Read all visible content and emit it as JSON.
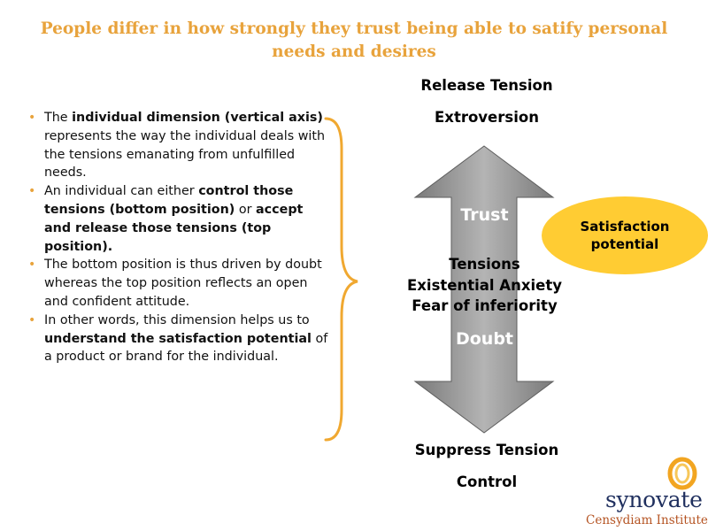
{
  "title": "People differ in how strongly they trust being able to satify personal needs and desires",
  "bullets": [
    {
      "segments": [
        {
          "text": "The ",
          "bold": false
        },
        {
          "text": "individual dimension (vertical axis)",
          "bold": true
        },
        {
          "text": " represents the way the individual deals with the tensions emanating from unfulfilled needs.",
          "bold": false
        }
      ]
    },
    {
      "segments": [
        {
          "text": "An individual can either ",
          "bold": false
        },
        {
          "text": "control those tensions (bottom position)",
          "bold": true
        },
        {
          "text": " or ",
          "bold": false
        },
        {
          "text": "accept and release those tensions (top position).",
          "bold": true
        }
      ]
    },
    {
      "segments": [
        {
          "text": "The bottom position is thus driven by doubt whereas the top position reflects an open and confident attitude.",
          "bold": false
        }
      ]
    },
    {
      "segments": [
        {
          "text": "In other words, this dimension helps us to ",
          "bold": false
        },
        {
          "text": "understand the satisfaction potential",
          "bold": true
        },
        {
          "text": " of a product or brand for the individual.",
          "bold": false
        }
      ]
    }
  ],
  "axis": {
    "top_label_1": "Release Tension",
    "top_label_2": "Extroversion",
    "bottom_label_1": "Suppress Tension",
    "bottom_label_2": "Control",
    "trust": "Trust",
    "tensions_lines": [
      "Tensions",
      "Existential Anxiety",
      "Fear of inferiority"
    ],
    "doubt": "Doubt"
  },
  "oval": {
    "text": "Satisfaction potential"
  },
  "logo": {
    "brand": "synovate",
    "sub": "Censydiam Institute"
  },
  "colors": {
    "title": "#E8A33C",
    "oval": "#FFCC33",
    "arrow": "#8C8C8C",
    "brace": "#F0A830",
    "logo_navy": "#1F2F5E",
    "logo_sub": "#B55423"
  }
}
